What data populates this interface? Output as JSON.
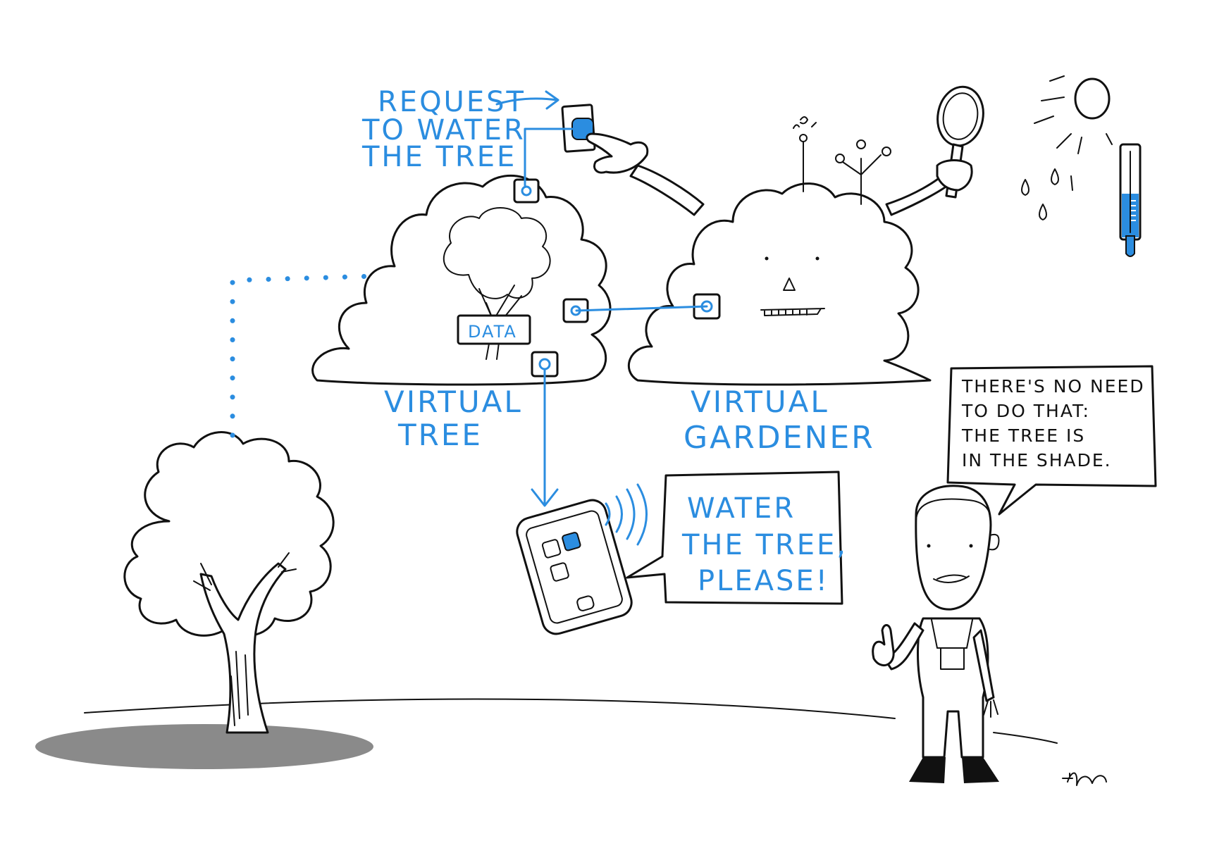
{
  "labels": {
    "request_line1": "REQUEST",
    "request_line2": "TO WATER",
    "request_line3": "THE TREE",
    "data_tag": "DATA",
    "virtual_tree_line1": "VIRTUAL",
    "virtual_tree_line2": "TREE",
    "virtual_gardener_line1": "VIRTUAL",
    "virtual_gardener_line2": "GARDENER"
  },
  "phone_message": {
    "line1": "WATER",
    "line2": "THE TREE,",
    "line3": "PLEASE!"
  },
  "gardener_speech": {
    "line1": "THERE'S NO NEED",
    "line2": "TO DO THAT:",
    "line3": "THE TREE IS",
    "line4": "IN THE SHADE."
  },
  "signature": "tiuh",
  "colors": {
    "accent_blue": "#2b8de0",
    "ink": "#111111",
    "shadow_gray": "#8a8a8a"
  },
  "icons": [
    "sun-icon",
    "rain-drops-icon",
    "thermometer-icon",
    "magnifying-glass-icon",
    "antenna-icon",
    "wind-vane-icon",
    "push-button-icon",
    "smartphone-icon",
    "signal-waves-icon"
  ]
}
